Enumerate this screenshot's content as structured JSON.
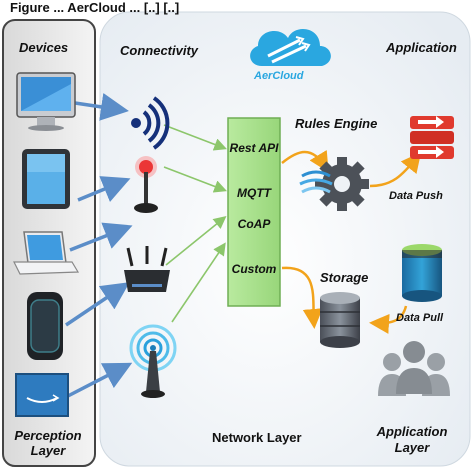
{
  "caption": "Figure ... AerCloud ... [..] [..]",
  "panels": {
    "devices": "Devices",
    "perception_layer": "Perception Layer",
    "connectivity": "Connectivity",
    "application": "Application",
    "network_layer": "Network Layer",
    "application_layer": "Application Layer"
  },
  "brand": "AerCloud",
  "protocols": {
    "rest_api": "Rest API",
    "mqtt": "MQTT",
    "coap": "CoAP",
    "custom": "Custom"
  },
  "components": {
    "rules_engine": "Rules Engine",
    "storage": "Storage",
    "data_push": "Data Push",
    "data_pull": "Data Pull"
  },
  "icons": [
    "desktop-monitor-icon",
    "tablet-icon",
    "laptop-icon",
    "phone-icon",
    "tv-icon",
    "wifi-signal-icon",
    "antenna-icon",
    "router-icon",
    "broadcast-tower-icon",
    "cloud-logo-icon",
    "gear-icon",
    "database-icon",
    "storage-cylinder-icon",
    "users-group-icon",
    "data-push-icon"
  ],
  "colors": {
    "device_arrow": "#5b8dc8",
    "protocol_arrow": "#8cc66b",
    "rules_arrow": "#f2a31b",
    "protocol_box": "#a8df8c",
    "cloud_brand": "#2aa7e0"
  }
}
